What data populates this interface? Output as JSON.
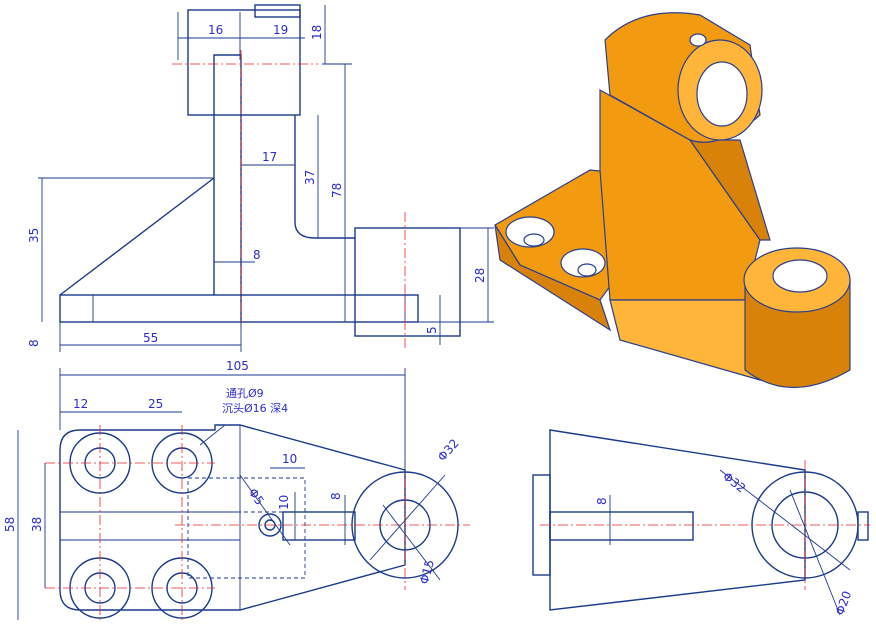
{
  "colors": {
    "outline": "#1a3a8c",
    "dimension_text": "#2b2bd6",
    "centerline": "#e8262a",
    "model_face": "#f29a10"
  },
  "front_view": {
    "dims": {
      "d16": "16",
      "d19": "19",
      "d18": "18",
      "d17": "17",
      "d37": "37",
      "d78": "78",
      "d35": "35",
      "d8_left": "8",
      "d8_web": "8",
      "d55": "55",
      "d28": "28",
      "d5": "5"
    }
  },
  "top_view": {
    "dims": {
      "d105": "105",
      "d12": "12",
      "d25": "25",
      "d58": "58",
      "d38": "38",
      "d10a": "10",
      "d10b": "10",
      "d8": "8",
      "dia5": "Φ5",
      "dia32": "Φ32",
      "dia15": "Φ15"
    },
    "hole_note": [
      "通孔Ø9",
      "沉头Ø16 深4"
    ]
  },
  "side_view": {
    "dims": {
      "d8": "8",
      "dia32": "Φ32",
      "dia20": "Φ20"
    }
  }
}
